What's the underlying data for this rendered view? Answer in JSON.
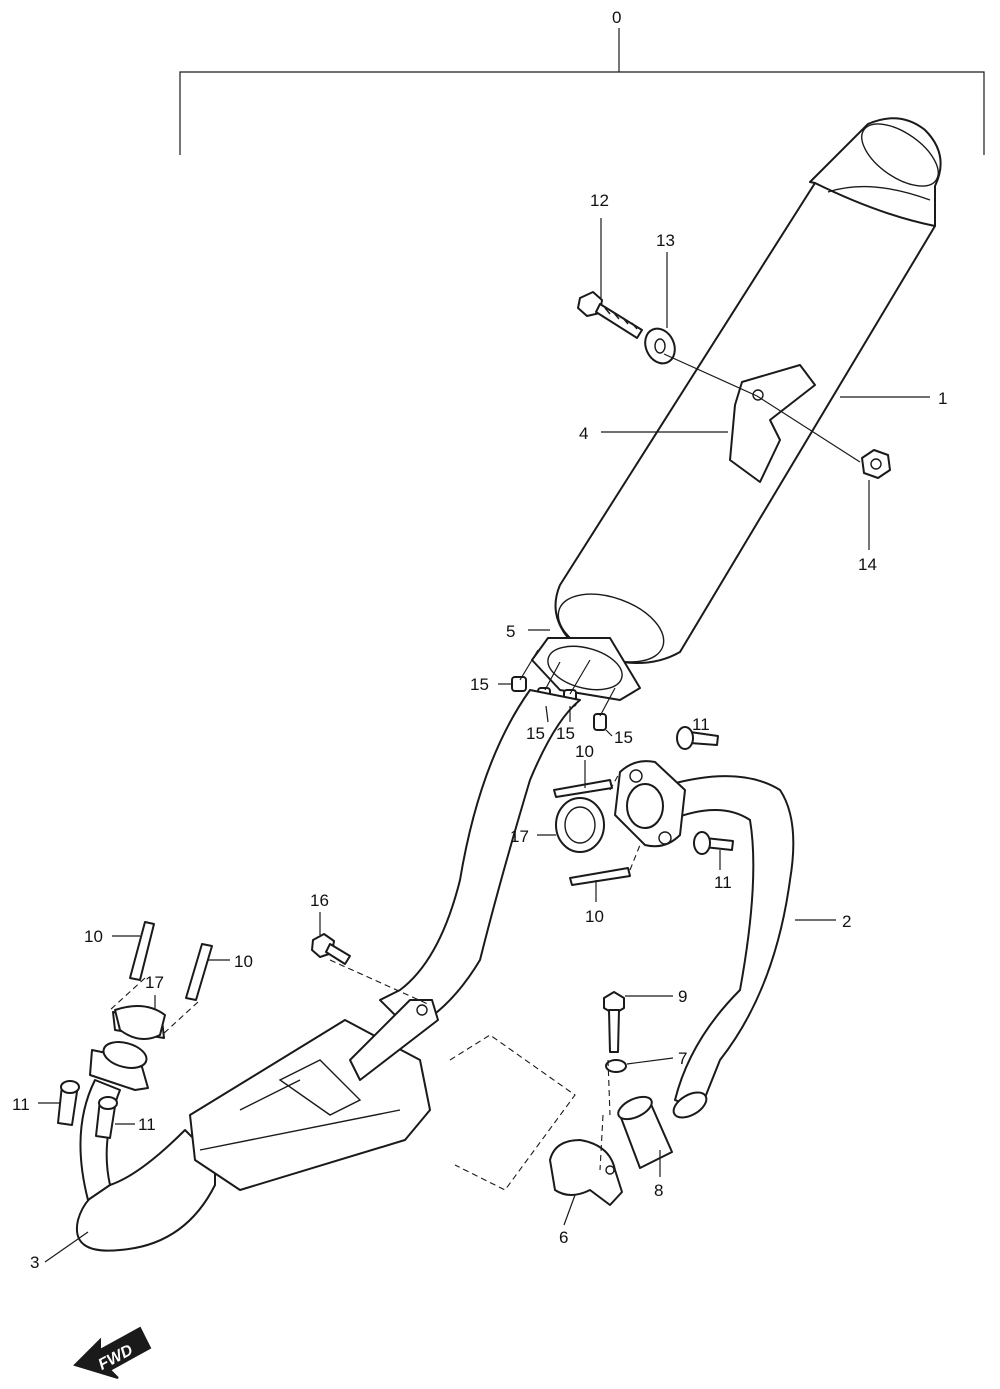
{
  "diagram": {
    "assembly_label": "0",
    "labels": {
      "l1": "1",
      "l2": "2",
      "l3": "3",
      "l4": "4",
      "l5": "5",
      "l6": "6",
      "l7": "7",
      "l8": "8",
      "l9": "9",
      "l10a": "10",
      "l10b": "10",
      "l10c": "10",
      "l10d": "10",
      "l11a": "11",
      "l11b": "11",
      "l11c": "11",
      "l11d": "11",
      "l12": "12",
      "l13": "13",
      "l14": "14",
      "l15a": "15",
      "l15b": "15",
      "l15c": "15",
      "l15d": "15",
      "l16": "16",
      "l17a": "17",
      "l17b": "17"
    },
    "direction_marker": "FWD"
  }
}
